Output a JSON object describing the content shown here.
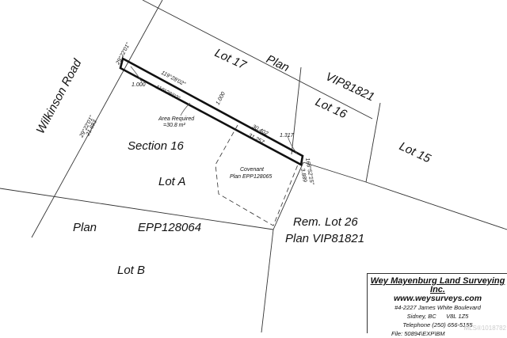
{
  "road": "Wilkinson Road",
  "lots": {
    "lot17": "Lot 17",
    "plan_top": "Plan",
    "plan_vip_top": "VIP81821",
    "lot16": "Lot 16",
    "lot15": "Lot 15",
    "section": "Section 16",
    "lotA": "Lot A",
    "plan_left": "Plan",
    "plan_epp": "EPP128064",
    "lotB": "Lot B",
    "rem_lot": "Rem. Lot 26",
    "plan_vip_bottom": "Plan VIP81821"
  },
  "annotations": {
    "bearing_road_top": "29°22'01\"",
    "bearing_road_bottom": "29°22'01\"",
    "dist_road": "21.693",
    "width_left": "1.000",
    "bearing_upper": "119°28'02\"",
    "bearing_lower": "119°28'02\"",
    "width_mid": "1.000",
    "area_label": "Area Required",
    "area_value": "=30.8 m²",
    "dist_upper": "30.402",
    "dist_lower": "31.257",
    "width_right": "1.317",
    "bearing_right": "168°52'15\"",
    "dist_right": "3.889",
    "covenant": "Covenant",
    "covenant_plan": "Plan EPP128065"
  },
  "title_block": {
    "company": "Wey Mayenburg Land Surveying Inc.",
    "website": "www.weysurveys.com",
    "address": "#4-2227 James White Boulevard",
    "city": "Sidney, BC      V8L 1Z5",
    "phone": "Telephone (250) 656-5155",
    "file": "File: 50894\\EXP\\BM",
    "watermark": "MLS®1018782"
  }
}
